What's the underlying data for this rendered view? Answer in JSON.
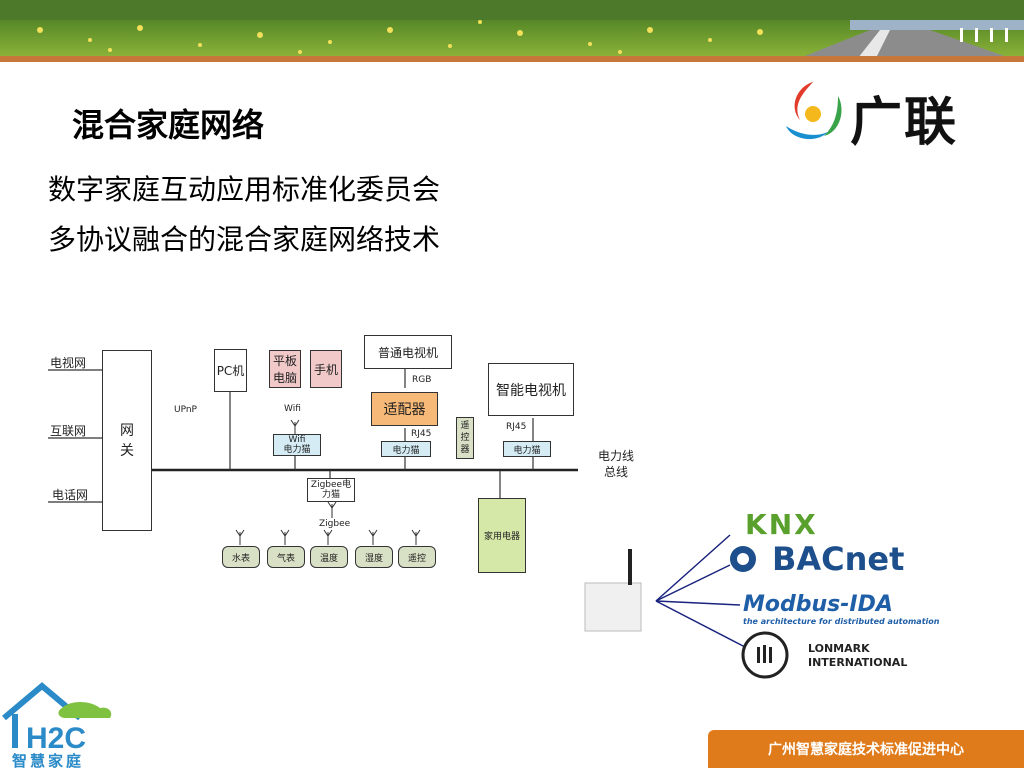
{
  "slide": {
    "title": "混合家庭网络",
    "subtitle_lines": [
      "数字家庭互动应用标准化委员会",
      "多协议融合的混合家庭网络技术"
    ],
    "logo_text": "广联",
    "footer_text": "广州智慧家庭技术标准促进中心",
    "h2c_logo": {
      "mark": "H2C",
      "caption": "智慧家庭"
    }
  },
  "diagram": {
    "networks": [
      "电视网",
      "互联网",
      "电话网"
    ],
    "gateway": "网\n关",
    "upnp": "UPnP",
    "pc": "PC机",
    "tablet": "平板\n电脑",
    "phone": "手机",
    "wifi_label": "Wifi",
    "wifi_cat": "Wifi\n电力猫",
    "tv": "普通电视机",
    "rgb": "RGB",
    "adapter": "适配器",
    "rj45_a": "RJ45",
    "cat_a": "电力猫",
    "remote": "遥\n控\n器",
    "smart_tv": "智能电视机",
    "rj45_b": "RJ45",
    "cat_b": "电力猫",
    "bus_label": "电力线\n总线",
    "zigbee_cat": "Zigbee电\n力猫",
    "zigbee_label": "Zigbee",
    "appliance": "家用电器",
    "sensors": [
      "水表",
      "气表",
      "温度",
      "湿度",
      "遥控"
    ]
  },
  "protocols": {
    "knx": "KNX",
    "bacnet": "BACnet",
    "modbus": "Modbus-IDA",
    "modbus_tag": "the architecture for distributed automation",
    "lonmark_line1": "LonMark",
    "lonmark_line2": "International"
  },
  "colors": {
    "adapter_fill": "#f7b977",
    "pink_fill": "#f1c9c9",
    "cat_fill": "#d5ecf5",
    "green_fill": "#d6e8a8",
    "remote_fill": "#d8e0c6",
    "footer": "#e07b1b",
    "knx_green": "#5aa02c",
    "bacnet_blue": "#1d4f8c",
    "modbus_blue": "#1f5fa8"
  }
}
